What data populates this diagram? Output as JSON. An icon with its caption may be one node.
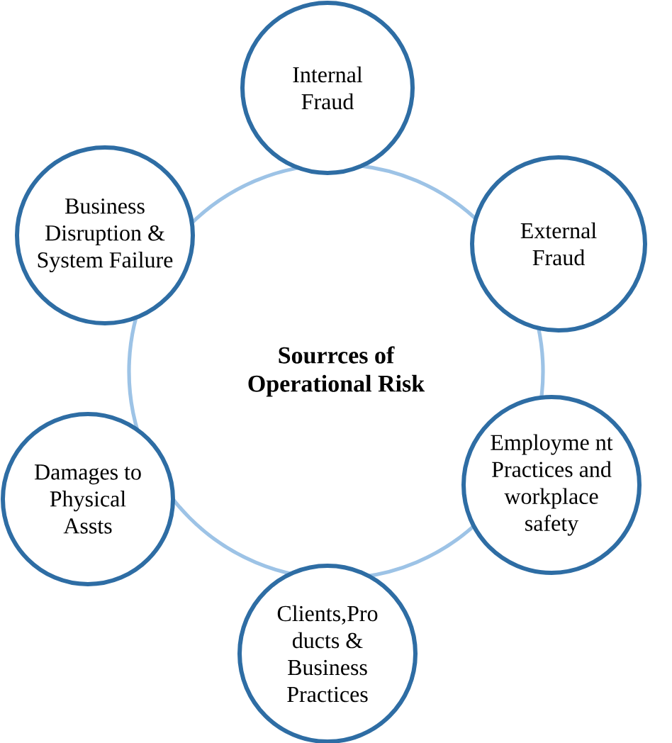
{
  "diagram": {
    "nodes": [
      {
        "text": [
          "Sourrces of Operational Risk"
        ]
      },
      {
        "text": [
          "Internal Fraud"
        ]
      },
      {
        "text": [
          "External Fraud"
        ]
      },
      {
        "text": [
          "Employme nt Practices and workplace safety"
        ]
      },
      {
        "text": [
          "Clients,Pro ducts & Business Practices"
        ]
      },
      {
        "text": [
          "Damages to Physical Assts"
        ]
      },
      {
        "text": [
          "Business Disruption & System Failure"
        ]
      }
    ]
  }
}
